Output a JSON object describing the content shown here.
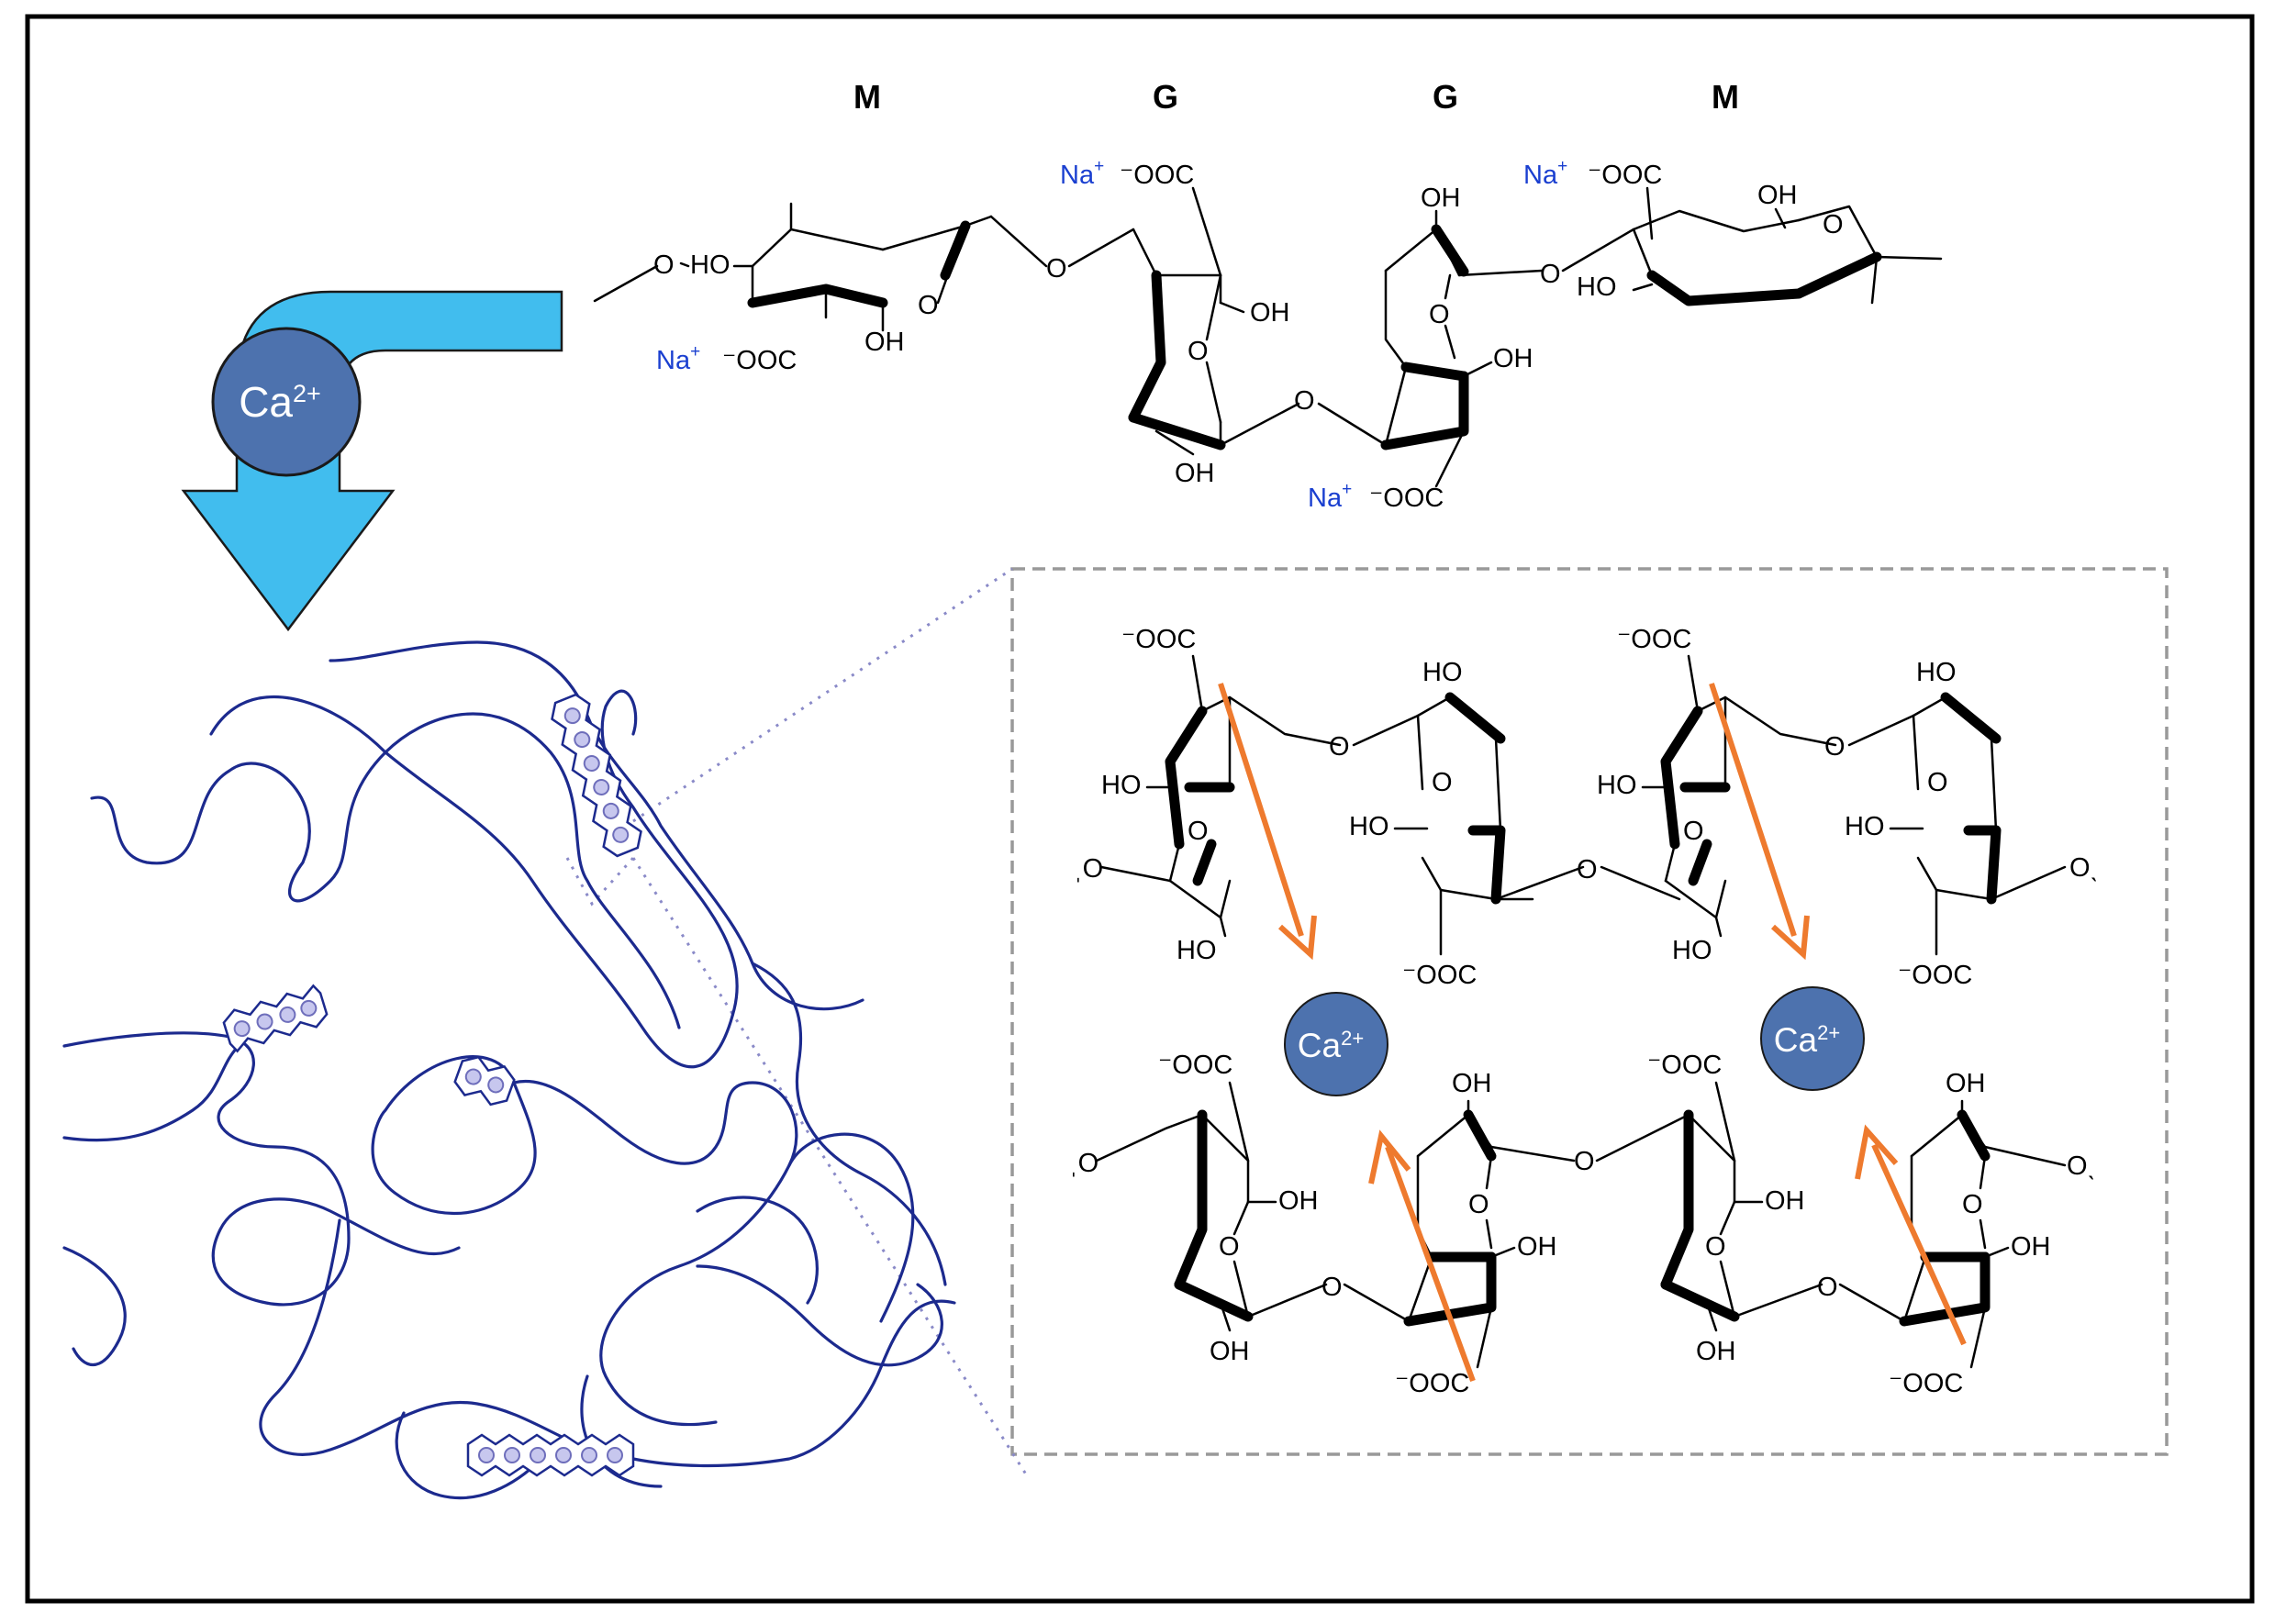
{
  "figure": {
    "frame_stroke": "#000000",
    "colors": {
      "arrow": "#41bdee",
      "calcium": "#4d72ae",
      "chain": "#1c2a8e",
      "sodium_label": "#1a3fd0",
      "coordination_arrow": "#ee7a2e",
      "zoom_box": "#999999"
    }
  },
  "arrow": {
    "ion": {
      "base": "Ca",
      "charge": "2+"
    }
  },
  "chain_structure": {
    "residues": [
      "M",
      "G",
      "G",
      "M"
    ],
    "sodium": {
      "base": "Na",
      "charge": "+"
    },
    "carboxylate": "⁻OOC",
    "carboxylate_plain": "OOC",
    "hydroxyl": "OH",
    "hydroxyl_left": "HO",
    "ring_oxygen": "O"
  },
  "egg_box": {
    "ions": [
      {
        "base": "Ca",
        "charge": "2+"
      },
      {
        "base": "Ca",
        "charge": "2+"
      }
    ],
    "carboxylate": "⁻OOC",
    "hydroxyl": "OH",
    "hydroxyl_left": "HO",
    "oxygen": "O",
    "terminal_oxygen": "ˌO",
    "terminal_oxygen_right": "Oˎ"
  }
}
